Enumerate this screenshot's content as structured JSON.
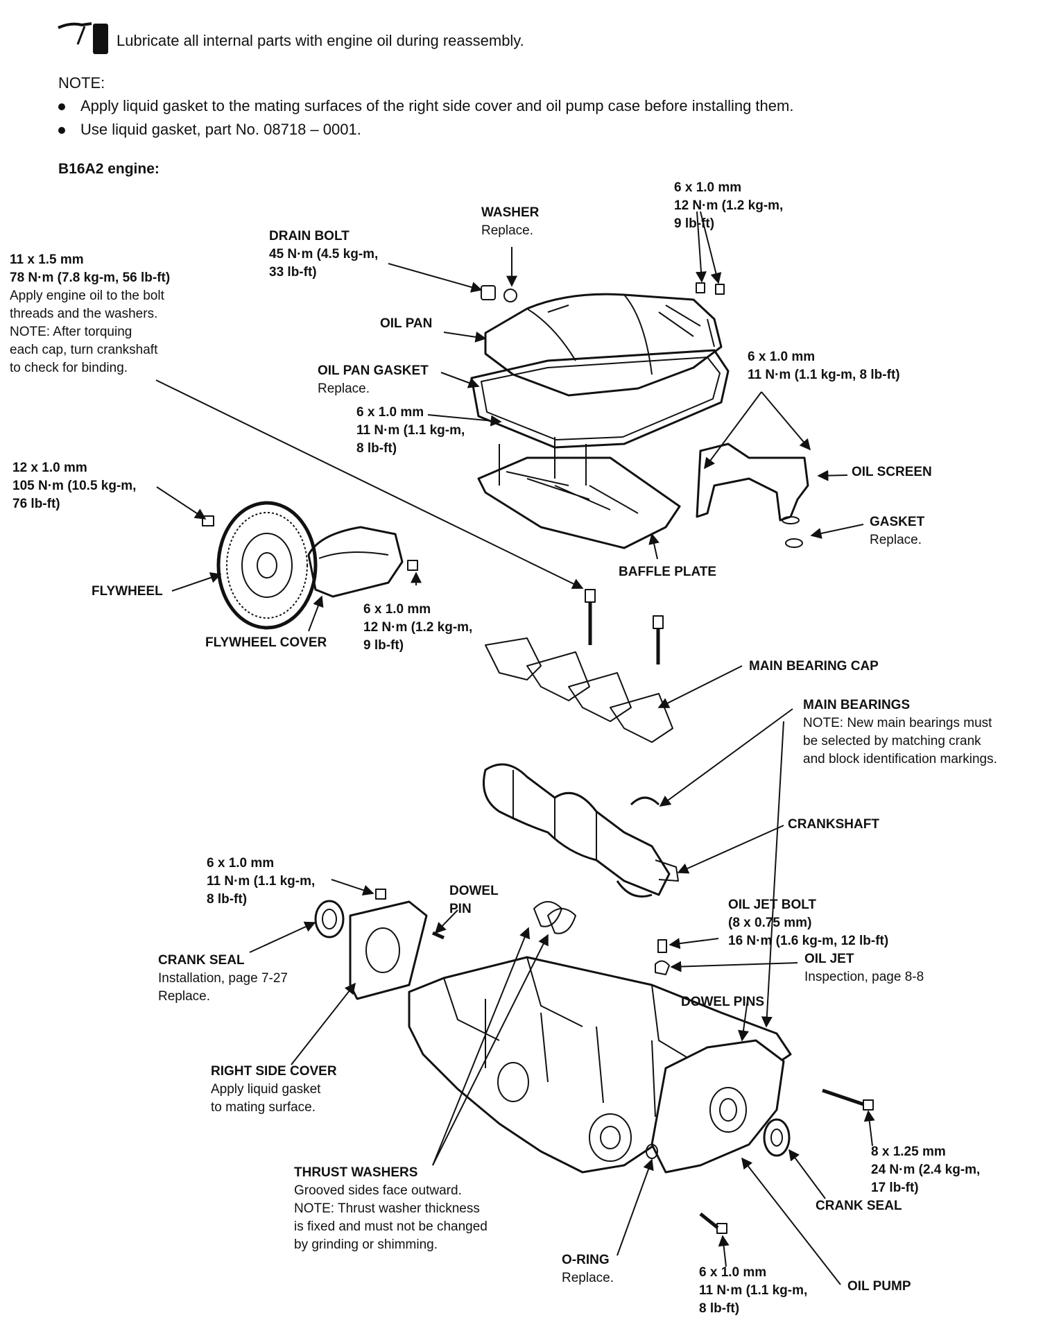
{
  "header": {
    "icon": "oil-can-icon",
    "lubricate": "Lubricate all internal parts with engine oil during reassembly.",
    "note_title": "NOTE:",
    "notes": [
      "Apply liquid gasket to the mating surfaces of the right side cover and oil pump case before installing them.",
      "Use liquid gasket, part No. 08718 – 0001."
    ],
    "engine": "B16A2 engine:"
  },
  "labels": {
    "washer": {
      "title": "WASHER",
      "lines": [
        "Replace."
      ]
    },
    "pan_bolts": {
      "lines": [
        "6 x 1.0 mm",
        "12 N·m (1.2 kg-m,",
        "9 lb-ft)"
      ]
    },
    "drain_bolt": {
      "title": "DRAIN BOLT",
      "lines": [
        "45 N·m (4.5 kg-m,",
        "33 lb-ft)"
      ]
    },
    "cap_bolt": {
      "lines": [
        "11 x 1.5 mm",
        "78 N·m (7.8 kg-m, 56 lb-ft)"
      ],
      "notes": [
        "Apply engine oil to the bolt",
        "threads and the washers.",
        "NOTE:  After torquing",
        "each cap, turn crankshaft",
        "to check for binding."
      ]
    },
    "oil_pan": {
      "title": "OIL PAN"
    },
    "oil_pan_gasket": {
      "title": "OIL PAN GASKET",
      "lines": [
        "Replace."
      ]
    },
    "screen_bolts": {
      "lines": [
        "6 x 1.0 mm",
        "11 N·m (1.1 kg-m, 8 lb-ft)"
      ]
    },
    "baffle_bolts": {
      "lines": [
        "6 x 1.0 mm",
        "11 N·m (1.1 kg-m,",
        "8 lb-ft)"
      ]
    },
    "oil_screen": {
      "title": "OIL SCREEN"
    },
    "gasket": {
      "title": "GASKET",
      "lines": [
        "Replace."
      ]
    },
    "flywheel_bolt": {
      "lines": [
        "12 x 1.0 mm",
        "105 N·m (10.5 kg-m,",
        "76 lb-ft)"
      ]
    },
    "baffle_plate": {
      "title": "BAFFLE PLATE"
    },
    "flywheel": {
      "title": "FLYWHEEL"
    },
    "cover_bolt": {
      "lines": [
        "6 x 1.0 mm",
        "12 N·m (1.2 kg-m,",
        "9 lb-ft)"
      ]
    },
    "flywheel_cover": {
      "title": "FLYWHEEL COVER"
    },
    "main_bearing_cap": {
      "title": "MAIN BEARING CAP"
    },
    "main_bearings": {
      "title": "MAIN BEARINGS",
      "lines": [
        "NOTE:  New main bearings must",
        "be selected by matching crank",
        "and block identification markings."
      ]
    },
    "crankshaft": {
      "title": "CRANKSHAFT"
    },
    "seal_bolt": {
      "lines": [
        "6 x 1.0 mm",
        "11 N·m (1.1 kg-m,",
        "8 lb-ft)"
      ]
    },
    "dowel_pin": {
      "title": "DOWEL",
      "lines": [
        "PIN"
      ]
    },
    "oil_jet_bolt": {
      "title": "OIL JET BOLT",
      "lines": [
        "(8 x 0.75 mm)",
        "16 N·m (1.6 kg-m, 12 lb-ft)"
      ]
    },
    "oil_jet": {
      "title": "OIL JET",
      "lines": [
        "Inspection, page 8-8"
      ]
    },
    "crank_seal_left": {
      "title": "CRANK SEAL",
      "lines": [
        "Installation, page 7-27",
        "Replace."
      ]
    },
    "dowel_pins": {
      "title": "DOWEL PINS"
    },
    "right_side_cover": {
      "title": "RIGHT SIDE COVER",
      "lines": [
        "Apply liquid gasket",
        "to mating surface."
      ]
    },
    "pump_bolt_long": {
      "lines": [
        "8 x 1.25 mm",
        "24 N·m (2.4 kg-m,",
        "17 lb-ft)"
      ]
    },
    "thrust_washers": {
      "title": "THRUST WASHERS",
      "lines": [
        "Grooved sides face outward.",
        "NOTE:  Thrust washer thickness",
        "is fixed and must not be changed",
        "by grinding or shimming."
      ]
    },
    "crank_seal_right": {
      "title": "CRANK SEAL"
    },
    "o_ring": {
      "title": "O-RING",
      "lines": [
        "Replace."
      ]
    },
    "pump_bolt_short": {
      "lines": [
        "6 x 1.0 mm",
        "11 N·m (1.1 kg-m,",
        "8 lb-ft)"
      ]
    },
    "oil_pump": {
      "title": "OIL PUMP"
    }
  }
}
